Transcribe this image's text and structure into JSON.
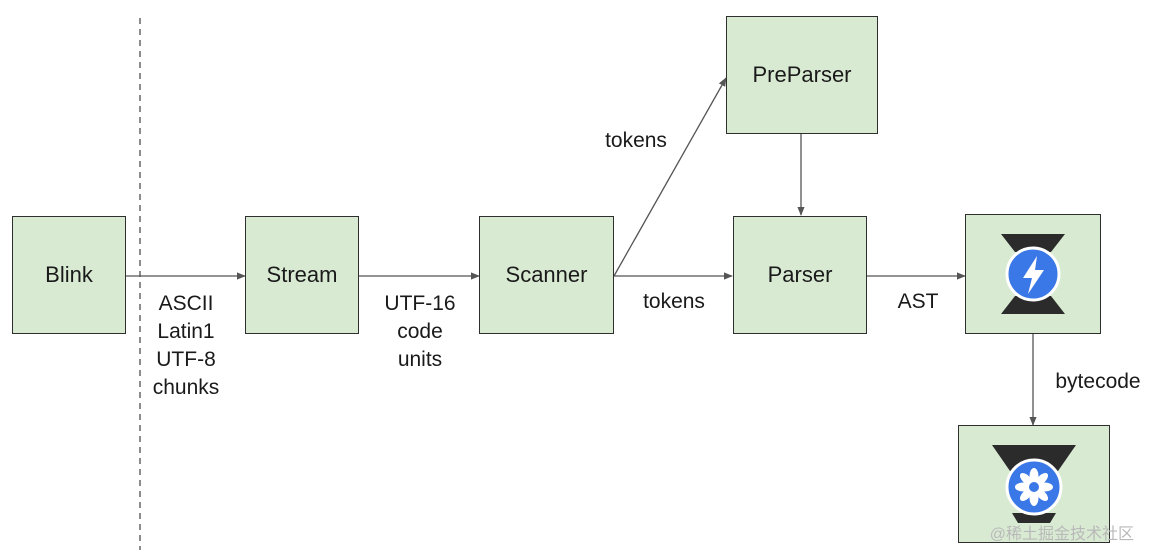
{
  "nodes": {
    "blink": "Blink",
    "stream": "Stream",
    "scanner": "Scanner",
    "preparser": "PreParser",
    "parser": "Parser",
    "ignition": "ignition-icon",
    "turbofan": "turbofan-icon"
  },
  "edges": {
    "blink_to_stream": [
      "ASCII",
      "Latin1",
      "UTF-8",
      "chunks"
    ],
    "stream_to_scanner": [
      "UTF-16",
      "code",
      "units"
    ],
    "scanner_to_preparser": "tokens",
    "scanner_to_parser": "tokens",
    "parser_to_ignition": "AST",
    "ignition_to_turbofan": "bytecode"
  },
  "colors": {
    "box_fill": "#d9ead3",
    "box_border": "#2f2f2f",
    "arrow": "#555555",
    "divider": "#666666",
    "icon_blue": "#3b78e7",
    "icon_dark": "#2b2b2b",
    "bolt": "#ffffff"
  },
  "watermark": "@稀土掘金技术社区"
}
